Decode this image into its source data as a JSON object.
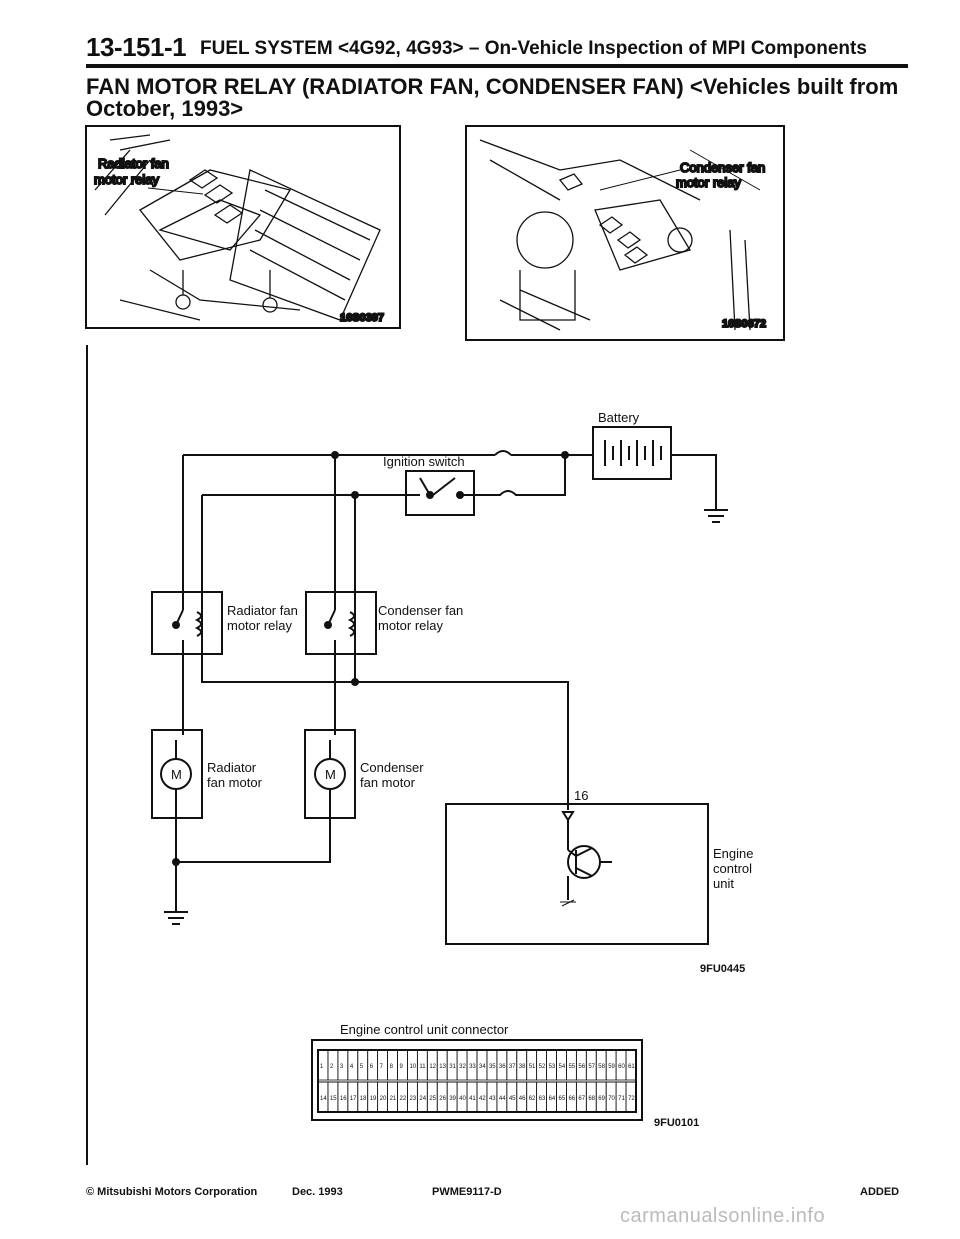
{
  "header": {
    "section_number": "13-151-1",
    "section_title": "FUEL SYSTEM <4G92, 4G93> – On-Vehicle Inspection of MPI Components"
  },
  "title": {
    "line1": "FAN MOTOR RELAY (RADIATOR FAN, CONDENSER FAN) <Vehicles built from",
    "line2": "October, 1993>"
  },
  "photo_left": {
    "label_line1": "Radiator fan",
    "label_line2": "motor relay",
    "code": "16S0397"
  },
  "photo_right": {
    "label_line1": "Condenser fan",
    "label_line2": "motor relay",
    "code": "16S0672"
  },
  "wiring": {
    "battery": "Battery",
    "ignition_switch": "Ignition switch",
    "rad_relay_line1": "Radiator fan",
    "rad_relay_line2": "motor relay",
    "cond_relay_line1": "Condenser fan",
    "cond_relay_line2": "motor relay",
    "rad_motor_line1": "Radiator",
    "rad_motor_line2": "fan motor",
    "cond_motor_line1": "Condenser",
    "cond_motor_line2": "fan motor",
    "motor_symbol": "M",
    "pin_number": "16",
    "ecu_line1": "Engine",
    "ecu_line2": "control",
    "ecu_line3": "unit",
    "code": "9FU0445"
  },
  "connector": {
    "label": "Engine control unit connector",
    "code": "9FU0101",
    "row1": [
      "1",
      "2",
      "3",
      "4",
      "5",
      "6",
      "7",
      "8",
      "9",
      "10",
      "11",
      "12",
      "13",
      "31",
      "32",
      "33",
      "34",
      "35",
      "36",
      "37",
      "38",
      "51",
      "52",
      "53",
      "54",
      "55",
      "56",
      "57",
      "58",
      "59",
      "60",
      "61"
    ],
    "row2": [
      "14",
      "15",
      "16",
      "17",
      "18",
      "19",
      "20",
      "21",
      "22",
      "23",
      "24",
      "25",
      "26",
      "39",
      "40",
      "41",
      "42",
      "43",
      "44",
      "45",
      "46",
      "62",
      "63",
      "64",
      "65",
      "66",
      "67",
      "68",
      "69",
      "70",
      "71",
      "72"
    ]
  },
  "footer": {
    "copyright": "© Mitsubishi Motors Corporation",
    "date": "Dec. 1993",
    "pub_code": "PWME9117-D",
    "status": "ADDED"
  },
  "watermark": "carmanualsonline.info"
}
